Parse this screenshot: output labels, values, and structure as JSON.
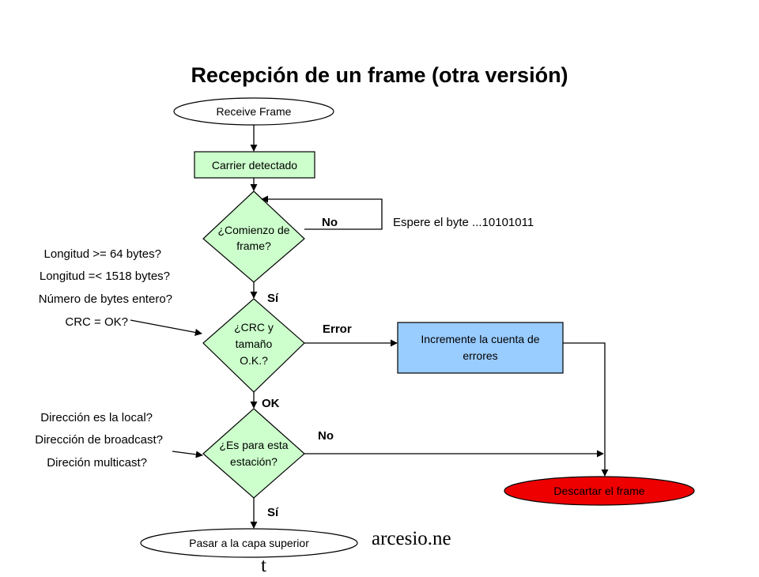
{
  "title": "Recepción de un frame (otra versión)",
  "colors": {
    "process_fill": "#ccffcc",
    "error_box_fill": "#99ccff",
    "discard_fill": "#ee0000",
    "line": "#000000"
  },
  "nodes": {
    "receive_frame": "Receive Frame",
    "carrier": "Carrier detectado",
    "start_frame": "¿Comienzo de frame?",
    "crc_size": "¿CRC y tamaño O.K.?",
    "for_station": "¿Es para esta estación?",
    "increment_errors": "Incremente la cuenta de errores",
    "discard": "Descartar el frame",
    "pass_up": "Pasar a la capa superior"
  },
  "edge_labels": {
    "no_1": "No",
    "wait_byte": "Espere el byte ...10101011",
    "yes_1": "Sí",
    "error": "Error",
    "ok": "OK",
    "no_2": "No",
    "yes_2": "Sí"
  },
  "notes_crc": [
    "Longitud >= 64 bytes?",
    "Longitud =< 1518 bytes?",
    "Número de bytes entero?",
    "CRC = OK?"
  ],
  "notes_address": [
    "Dirección es la local?",
    "Dirección de broadcast?",
    "Direción multicast?"
  ],
  "watermark": "arcesio.ne",
  "watermark_tail": "t"
}
